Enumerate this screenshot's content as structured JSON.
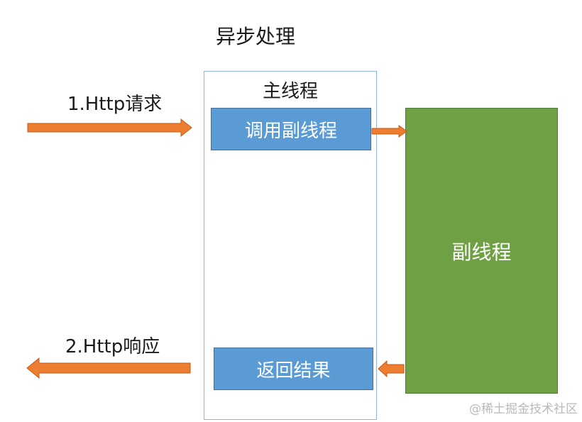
{
  "diagram": {
    "title": "异步处理",
    "main_thread_label": "主线程",
    "call_box_label": "调用副线程",
    "return_box_label": "返回结果",
    "sub_thread_label": "副线程",
    "request_label": "1.Http请求",
    "response_label": "2.Http响应"
  },
  "watermark": "@稀土掘金技术社区",
  "colors": {
    "arrow": "#ed7d31",
    "blue_box": "#5b9bd5",
    "green_box": "#70a044",
    "main_border": "#8eb4e3"
  }
}
